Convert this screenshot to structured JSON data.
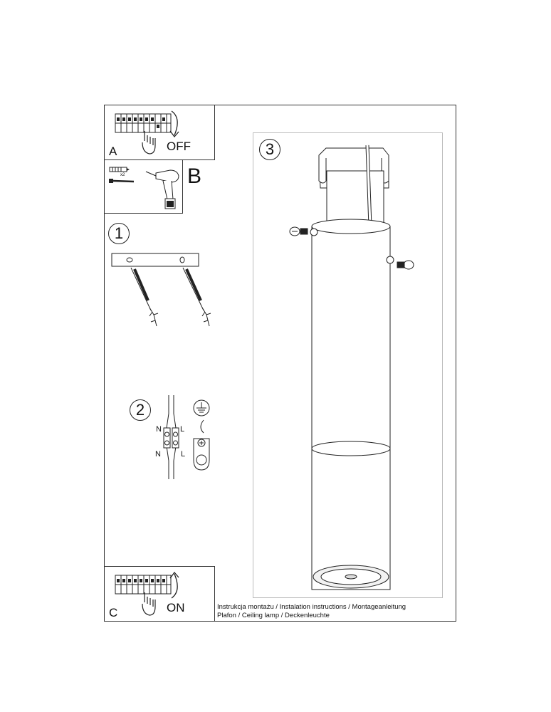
{
  "panel_a": {
    "letter": "A",
    "state": "OFF"
  },
  "panel_b": {
    "letter": "B",
    "quantity": "x2"
  },
  "panel_c": {
    "letter": "C",
    "state": "ON"
  },
  "steps": {
    "step1": "1",
    "step2": "2",
    "step3": "3"
  },
  "wiring": {
    "n_top": "N",
    "l_top": "L",
    "n_bottom": "N",
    "l_bottom": "L"
  },
  "caption": {
    "line1": "Instrukcja montażu / Instalation instructions / Montageanleitung",
    "line2": "Plafon / Ceiling lamp / Deckenleuchte"
  },
  "icons": [
    "fuse-box-icon",
    "hand-icon",
    "arrow-icon",
    "wall-plug-icon",
    "screw-icon",
    "drill-icon",
    "ground-symbol-icon",
    "connector-block-icon",
    "lamp-icon"
  ]
}
